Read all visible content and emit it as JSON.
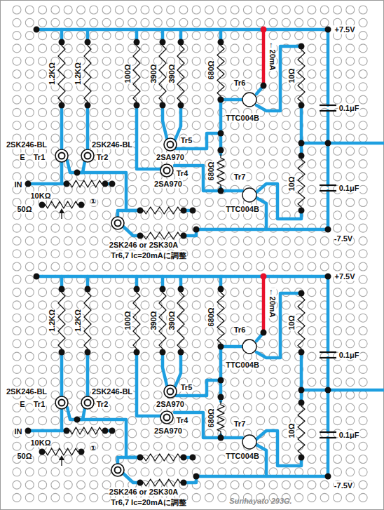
{
  "diagram": {
    "labels": [
      "1.2KΩ",
      "1.2KΩ",
      "100Ω",
      "390Ω",
      "390Ω",
      "680Ω",
      "Tr6",
      "←20mA",
      "10Ω",
      "+7.5V",
      "0.1μF",
      "TTC004B",
      "2SK246-BL",
      "2SK246-BL",
      "Tr5",
      "2SA970",
      "E",
      "Tr1",
      "Tr2",
      "Tr4",
      "2SA970",
      "IN",
      "10KΩ",
      "680Ω",
      "Tr7",
      "10Ω",
      "0.1μF",
      "50Ω",
      "①",
      "TTC004B",
      "-7.5V",
      "2SK246 or 2SK30A",
      "Tr6,7 Ic=20mAに調整",
      "1.2KΩ",
      "1.2KΩ",
      "100Ω",
      "390Ω",
      "390Ω",
      "680Ω",
      "Tr6",
      "←20mA",
      "10Ω",
      "+7.5V",
      "0.1μF",
      "TTC004B",
      "2SK246-BL",
      "2SK246-BL",
      "Tr5",
      "2SA970",
      "E",
      "Tr1",
      "Tr2",
      "Tr4",
      "2SA970",
      "IN",
      "10KΩ",
      "680Ω",
      "Tr7",
      "10Ω",
      "0.1μF",
      "50Ω",
      "①",
      "TTC004B",
      "-7.5V",
      "2SK246 or 2SK30A",
      "Tr6,7 Ic=20mAに調整",
      "Sunhayato 293G."
    ]
  }
}
